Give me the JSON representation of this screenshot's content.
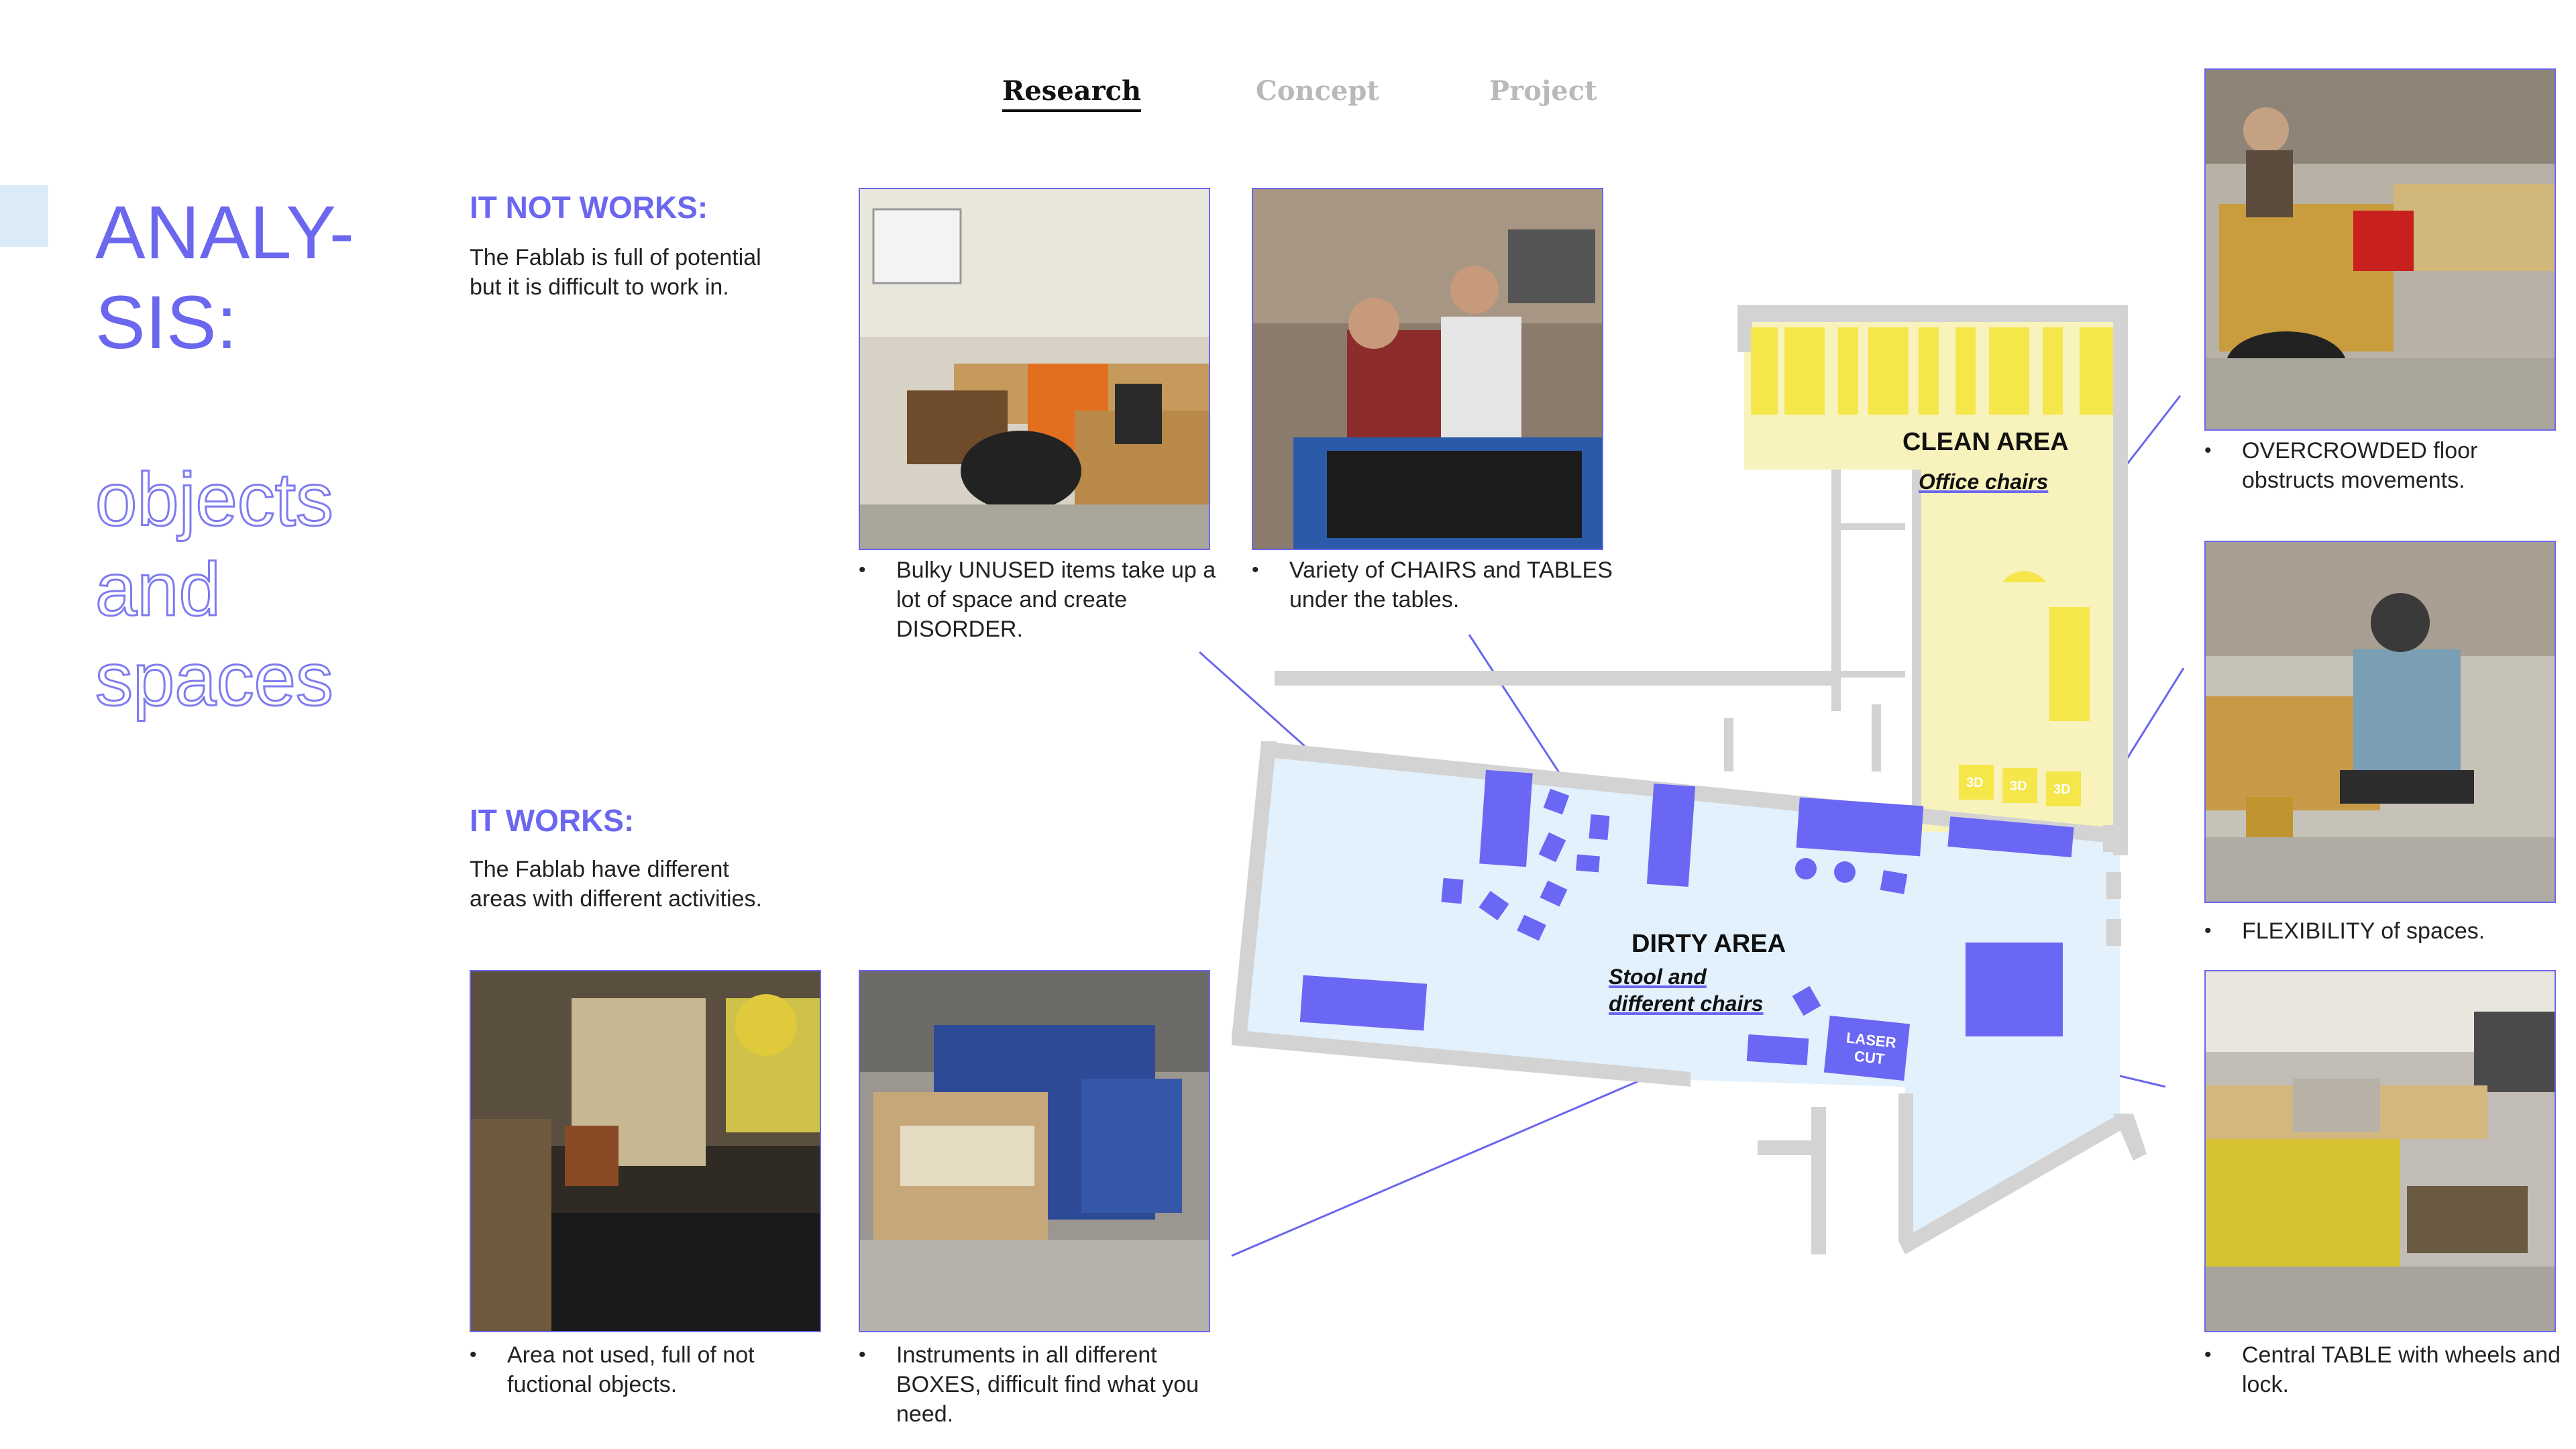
{
  "nav": {
    "research": "Research",
    "concept": "Concept",
    "project": "Project"
  },
  "title": {
    "line1": "ANALY-",
    "line2": "SIS:",
    "sub1": "objects",
    "sub2": "and",
    "sub3": "spaces"
  },
  "not_works": {
    "heading": "IT NOT WORKS:",
    "text": "The Fablab is full of potential but it is difficult to work in."
  },
  "works": {
    "heading": "IT WORKS:",
    "text": "The Fablab have different areas with different activities."
  },
  "captions": {
    "bulky": "Bulky UNUSED items take up a lot of space and create DISORDER.",
    "variety": "Variety of CHAIRS and TABLES under the tables.",
    "not_used": "Area not used, full of not fuctional objects.",
    "instruments": "Instruments in all different BOXES, difficult find what you need.",
    "overcrowded": "OVERCROWDED floor obstructs movements.",
    "flexibility": "FLEXIBILITY of spaces.",
    "central": "Central TABLE with wheels and lock."
  },
  "map": {
    "clean_label": "CLEAN AREA",
    "clean_sub": "Office chairs",
    "dirty_label": "DIRTY AREA",
    "dirty_sub1": "Stool and",
    "dirty_sub2": "different chairs",
    "laser1": "LASER",
    "laser2": "CUT",
    "printer": "3D"
  },
  "colors": {
    "accent": "#6b67ee",
    "clean": "#f8f3bc",
    "dirty": "#e2f1fc",
    "furniture_yellow": "#f5e64a",
    "furniture_blue": "#6b67f5",
    "wall": "#d3d3d3"
  }
}
